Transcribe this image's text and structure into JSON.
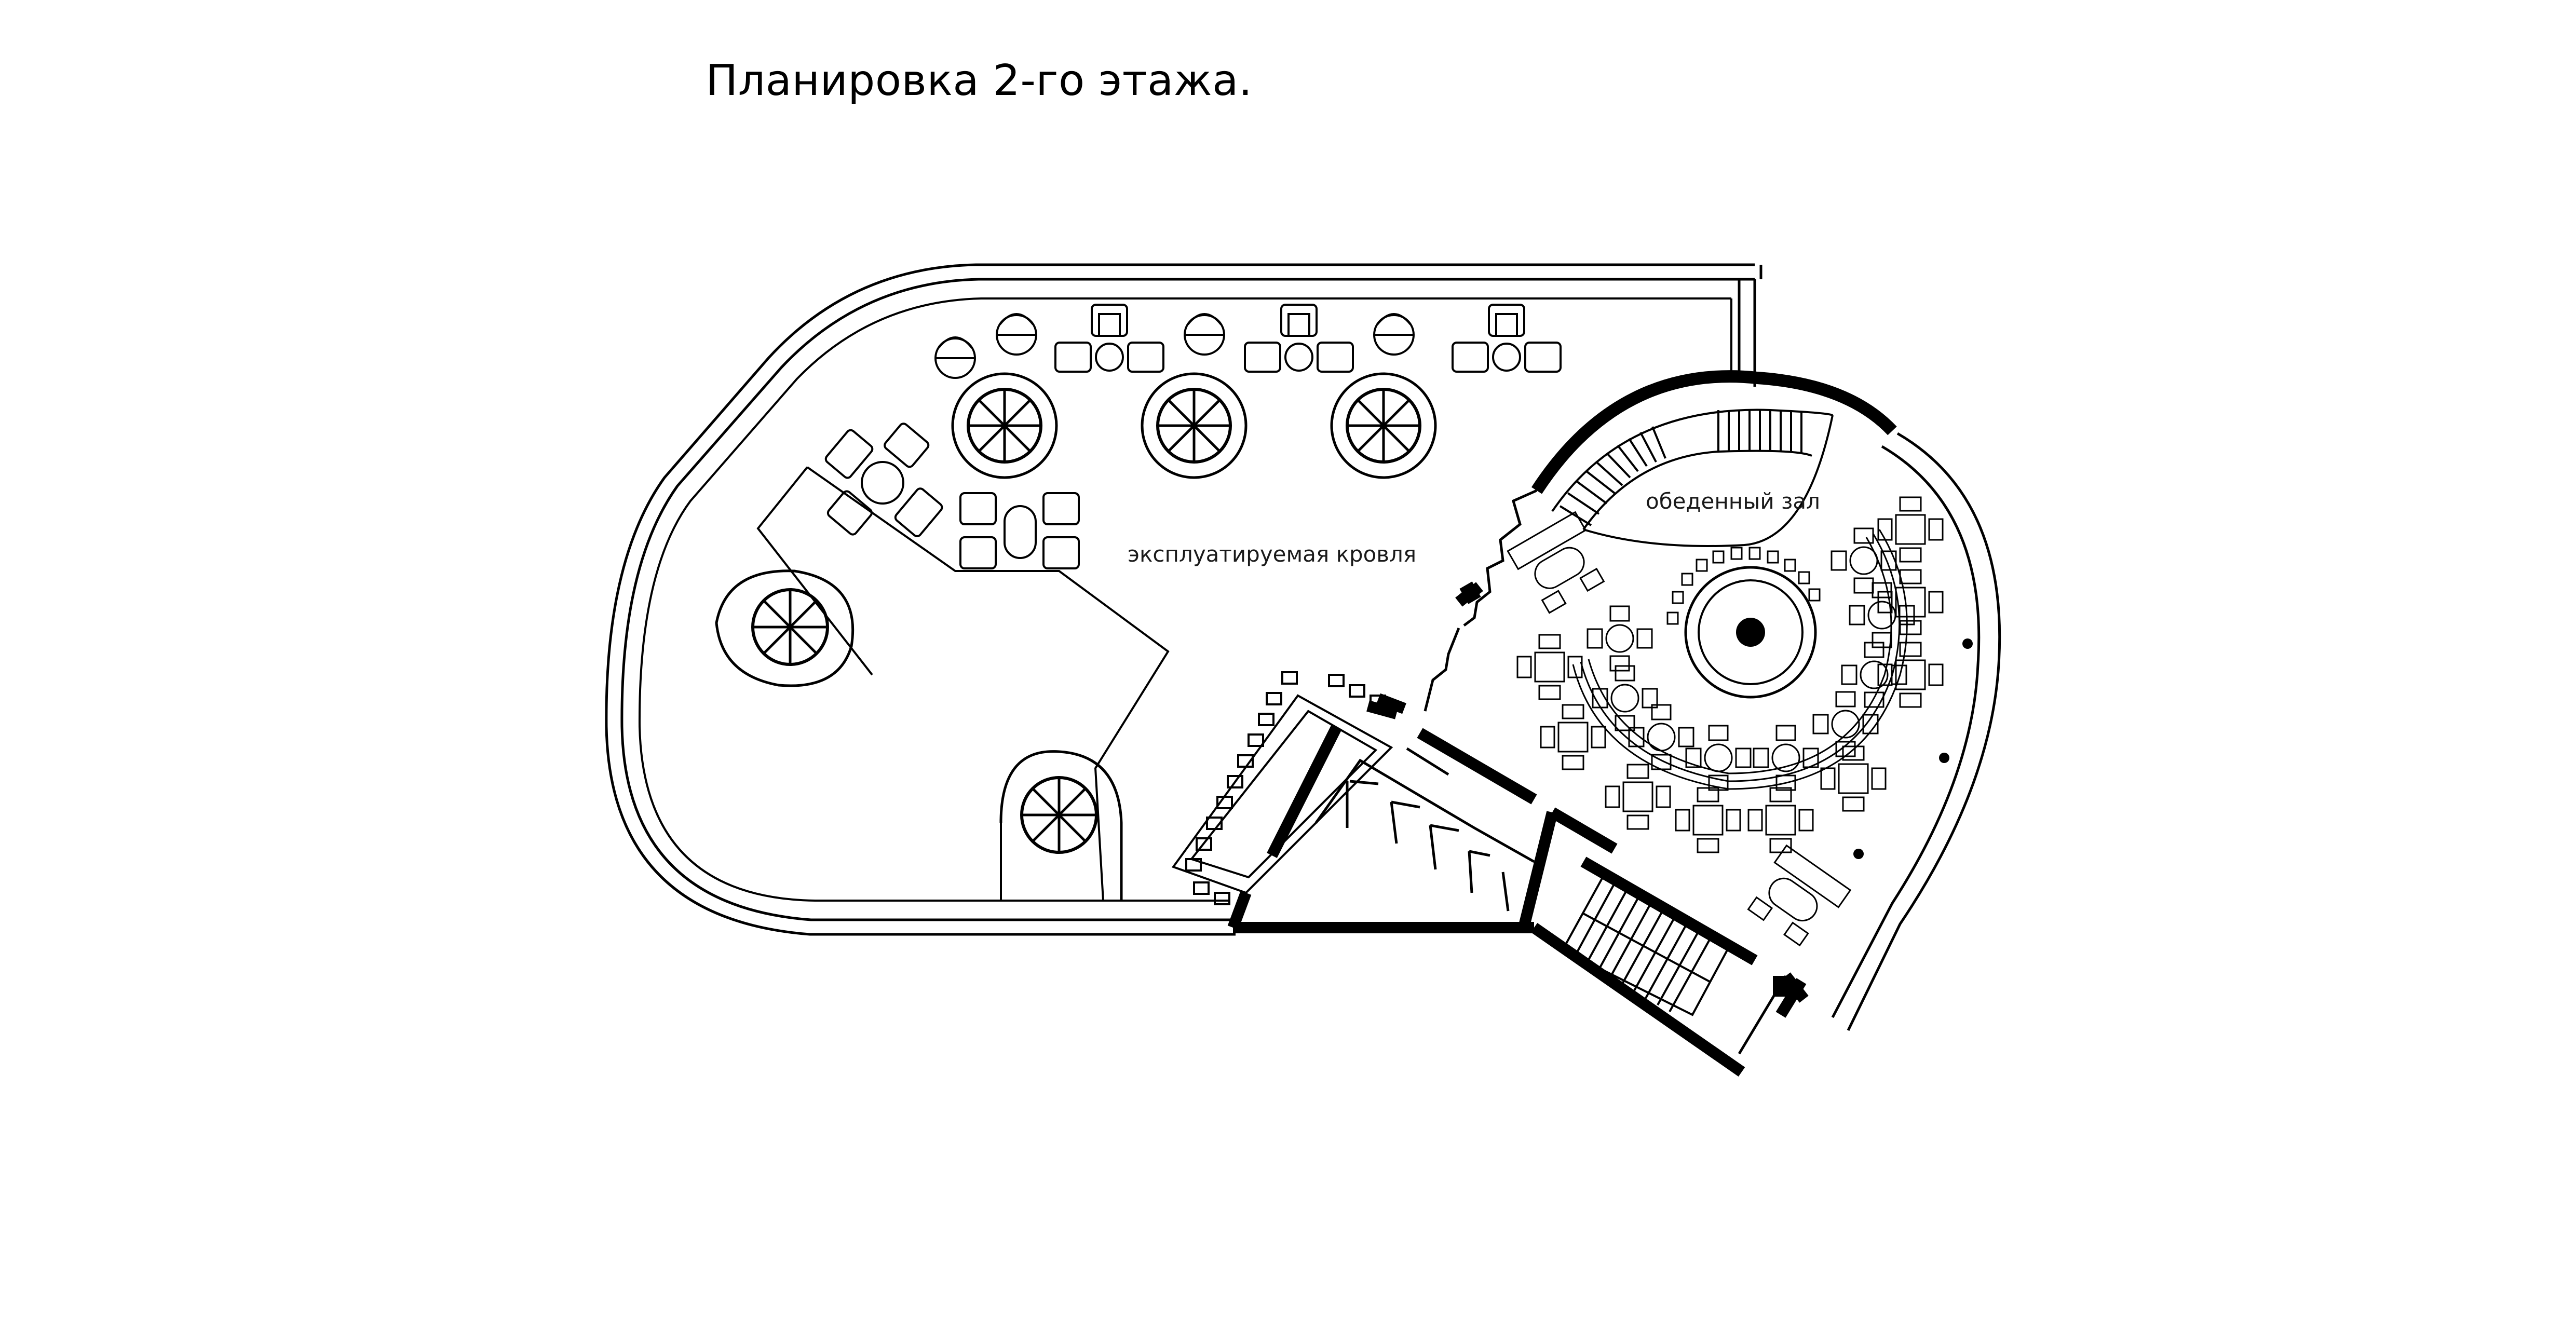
{
  "title": "Планировка 2-го этажа.",
  "labels": {
    "roof": "эксплуатируемая кровля",
    "dining": "обеденный зал"
  },
  "colors": {
    "background": "#ffffff",
    "line": "#000000",
    "wall": "#000000"
  }
}
